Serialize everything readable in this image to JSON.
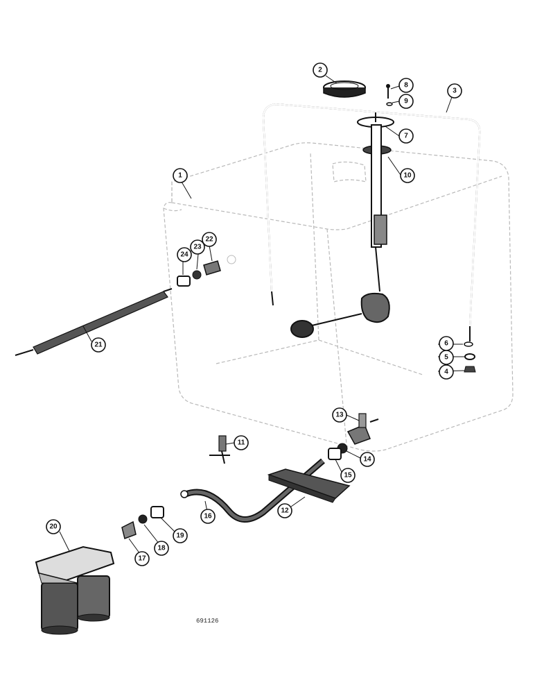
{
  "callouts": [
    {
      "id": "1",
      "label": "1"
    },
    {
      "id": "2",
      "label": "2"
    },
    {
      "id": "3",
      "label": "3"
    },
    {
      "id": "4",
      "label": "4"
    },
    {
      "id": "5",
      "label": "5"
    },
    {
      "id": "6",
      "label": "6"
    },
    {
      "id": "7",
      "label": "7"
    },
    {
      "id": "8",
      "label": "8"
    },
    {
      "id": "9",
      "label": "9"
    },
    {
      "id": "10",
      "label": "10"
    },
    {
      "id": "11",
      "label": "11"
    },
    {
      "id": "12",
      "label": "12"
    },
    {
      "id": "13",
      "label": "13"
    },
    {
      "id": "14",
      "label": "14"
    },
    {
      "id": "15",
      "label": "15"
    },
    {
      "id": "16",
      "label": "16"
    },
    {
      "id": "17",
      "label": "17"
    },
    {
      "id": "18",
      "label": "18"
    },
    {
      "id": "19",
      "label": "19"
    },
    {
      "id": "20",
      "label": "20"
    },
    {
      "id": "21",
      "label": "21"
    },
    {
      "id": "22",
      "label": "22"
    },
    {
      "id": "23",
      "label": "23"
    },
    {
      "id": "24",
      "label": "24"
    }
  ],
  "drawing_number": "691126"
}
